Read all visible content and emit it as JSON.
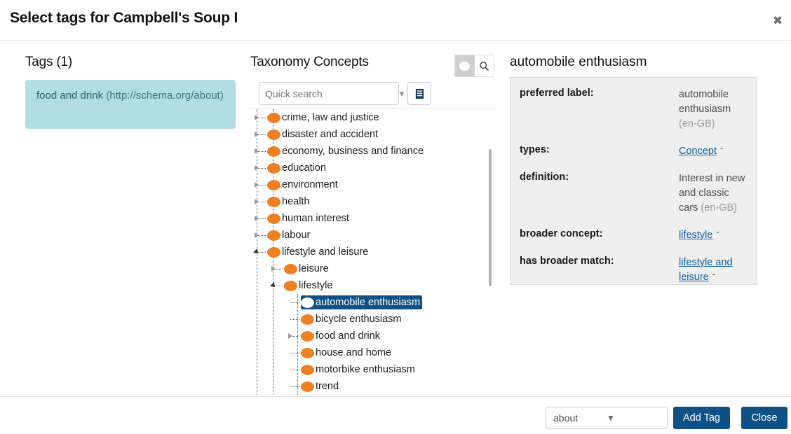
{
  "header": {
    "title": "Select tags for Campbell's Soup I",
    "close_icon": "close-icon"
  },
  "tags_panel": {
    "heading": "Tags (1)",
    "count": 1,
    "chips": [
      {
        "label": "food and drink",
        "uri": "(http://schema.org/about)"
      }
    ],
    "chip_bg": "#b2dde1",
    "chip_text_color": "#1d6372"
  },
  "taxonomy_panel": {
    "heading": "Taxonomy Concepts",
    "toggles": [
      {
        "name": "concept-view-toggle",
        "icon": "concept-ellipse-icon",
        "active": true
      },
      {
        "name": "search-view-toggle",
        "icon": "search-icon",
        "active": false
      }
    ],
    "search": {
      "placeholder": "Quick search",
      "value": "",
      "caret_icon": "chevron-down-icon"
    },
    "book_button": {
      "icon": "book-icon"
    },
    "tree": [
      {
        "label": "crime, law and justice",
        "depth": 0,
        "state": "collapsed",
        "selected": false
      },
      {
        "label": "disaster and accident",
        "depth": 0,
        "state": "collapsed",
        "selected": false
      },
      {
        "label": "economy, business and finance",
        "depth": 0,
        "state": "collapsed",
        "selected": false
      },
      {
        "label": "education",
        "depth": 0,
        "state": "collapsed",
        "selected": false
      },
      {
        "label": "environment",
        "depth": 0,
        "state": "collapsed",
        "selected": false
      },
      {
        "label": "health",
        "depth": 0,
        "state": "collapsed",
        "selected": false
      },
      {
        "label": "human interest",
        "depth": 0,
        "state": "collapsed",
        "selected": false
      },
      {
        "label": "labour",
        "depth": 0,
        "state": "collapsed",
        "selected": false
      },
      {
        "label": "lifestyle and leisure",
        "depth": 0,
        "state": "expanded",
        "selected": false
      },
      {
        "label": "leisure",
        "depth": 1,
        "state": "collapsed",
        "selected": false
      },
      {
        "label": "lifestyle",
        "depth": 1,
        "state": "expanded",
        "selected": false
      },
      {
        "label": "automobile enthusiasm",
        "depth": 2,
        "state": "leaf",
        "selected": true
      },
      {
        "label": "bicycle enthusiasm",
        "depth": 2,
        "state": "leaf",
        "selected": false
      },
      {
        "label": "food and drink",
        "depth": 2,
        "state": "collapsed",
        "selected": false
      },
      {
        "label": "house and home",
        "depth": 2,
        "state": "leaf",
        "selected": false
      },
      {
        "label": "motorbike enthusiasm",
        "depth": 2,
        "state": "leaf",
        "selected": false
      },
      {
        "label": "trend",
        "depth": 2,
        "state": "leaf",
        "selected": false
      }
    ],
    "node_color": "#ef8022",
    "selected_color": "#0f5185"
  },
  "detail_panel": {
    "title": "automobile enthusiasm",
    "rows": [
      {
        "label": "preferred label:",
        "value": "automobile enthusiasm",
        "lang": "(en-GB)",
        "link": false,
        "chevron": false
      },
      {
        "label": "types:",
        "value": "Concept",
        "lang": "",
        "link": true,
        "chevron": true
      },
      {
        "label": "definition:",
        "value": "Interest in new and classic cars",
        "lang": "(en-GB)",
        "link": false,
        "chevron": false
      },
      {
        "label": "broader concept:",
        "value": "lifestyle",
        "lang": "",
        "link": true,
        "chevron": true
      },
      {
        "label": "has broader match:",
        "value": "lifestyle and leisure",
        "lang": "",
        "link": true,
        "chevron": true
      }
    ],
    "link_color": "#0f5b9c"
  },
  "footer": {
    "relation_select": {
      "value": "about",
      "caret_icon": "chevron-down-icon"
    },
    "add_tag_label": "Add Tag",
    "close_label": "Close",
    "button_color": "#0f5185"
  }
}
